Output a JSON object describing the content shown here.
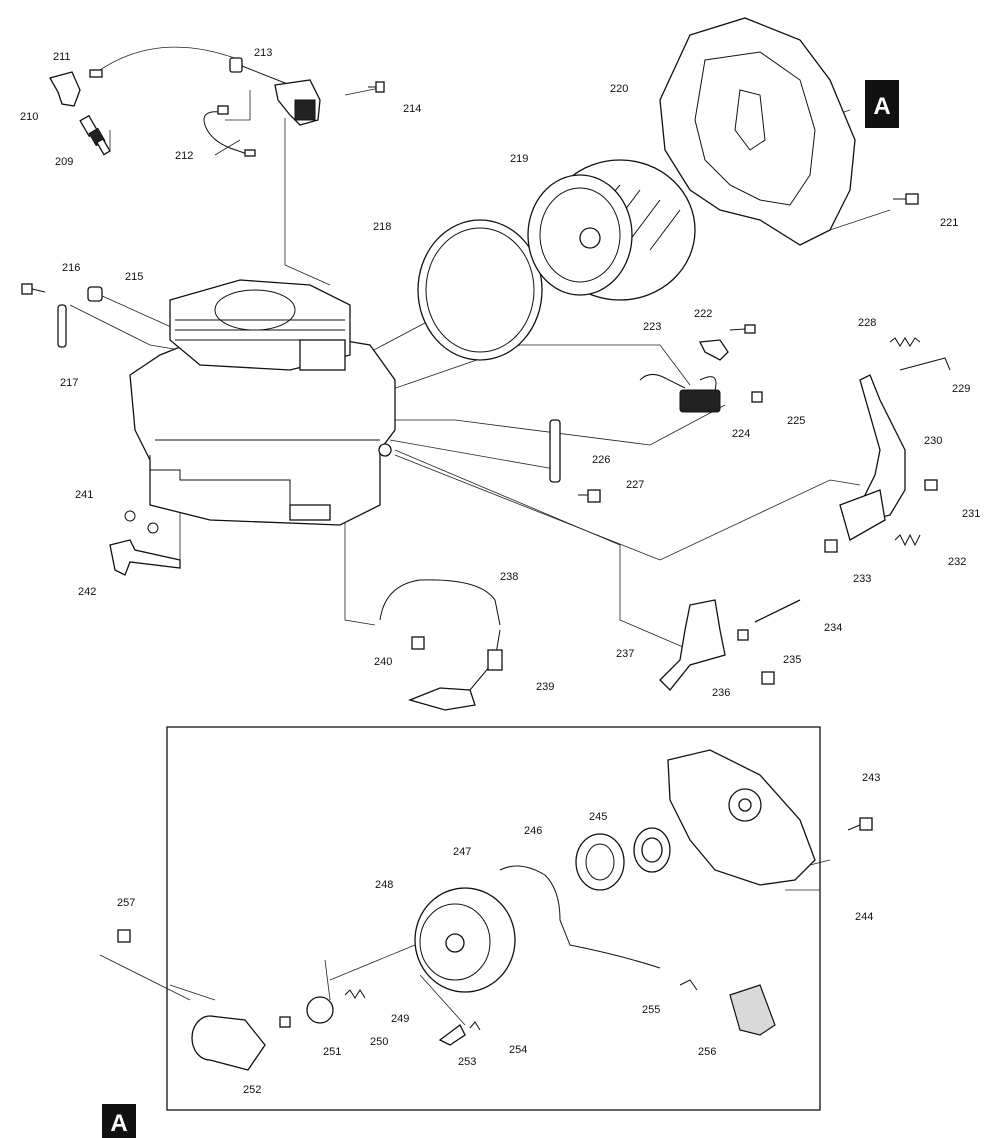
{
  "callouts": {
    "c209": "209",
    "c210": "210",
    "c211": "211",
    "c212": "212",
    "c213": "213",
    "c214": "214",
    "c215": "215",
    "c216": "216",
    "c217": "217",
    "c218": "218",
    "c219": "219",
    "c220": "220",
    "c221": "221",
    "c222": "222",
    "c223": "223",
    "c224": "224",
    "c225": "225",
    "c226": "226",
    "c227": "227",
    "c228": "228",
    "c229": "229",
    "c230": "230",
    "c231": "231",
    "c232": "232",
    "c233": "233",
    "c234": "234",
    "c235": "235",
    "c236": "236",
    "c237": "237",
    "c238": "238",
    "c239": "239",
    "c240": "240",
    "c241": "241",
    "c242": "242",
    "c243": "243",
    "c244": "244",
    "c245": "245",
    "c246": "246",
    "c247": "247",
    "c248": "248",
    "c249": "249",
    "c250": "250",
    "c251": "251",
    "c252": "252",
    "c253": "253",
    "c254": "254",
    "c255": "255",
    "c256": "256",
    "c257": "257"
  },
  "reference_marks": {
    "top": "A",
    "bottom": "A"
  }
}
